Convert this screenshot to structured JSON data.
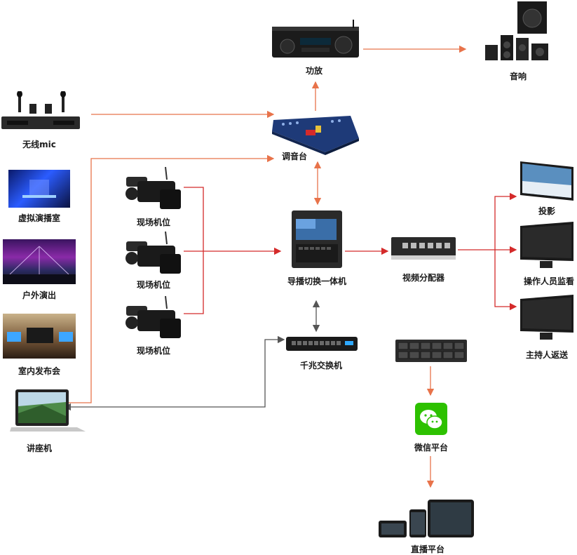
{
  "nodes": {
    "amplifier": "功放",
    "speakers": "音响",
    "wireless_mic": "无线mic",
    "mixer": "调音台",
    "virtual_studio": "虚拟演播室",
    "outdoor_show": "户外演出",
    "indoor_launch": "室内发布会",
    "lecture_pc": "讲座机",
    "camera_1": "现场机位",
    "camera_2": "现场机位",
    "camera_3": "现场机位",
    "switcher": "导播切换一体机",
    "video_splitter": "视频分配器",
    "gigabit_switch": "千兆交换机",
    "projector": "投影",
    "operator_monitor": "操作人员监看",
    "host_return": "主持人返送",
    "wechat": "微信平台",
    "live_platform": "直播平台"
  },
  "colors": {
    "signal": "#e8734a",
    "video": "#d42a2a",
    "network": "#555555",
    "wechat": "#2dc100"
  }
}
